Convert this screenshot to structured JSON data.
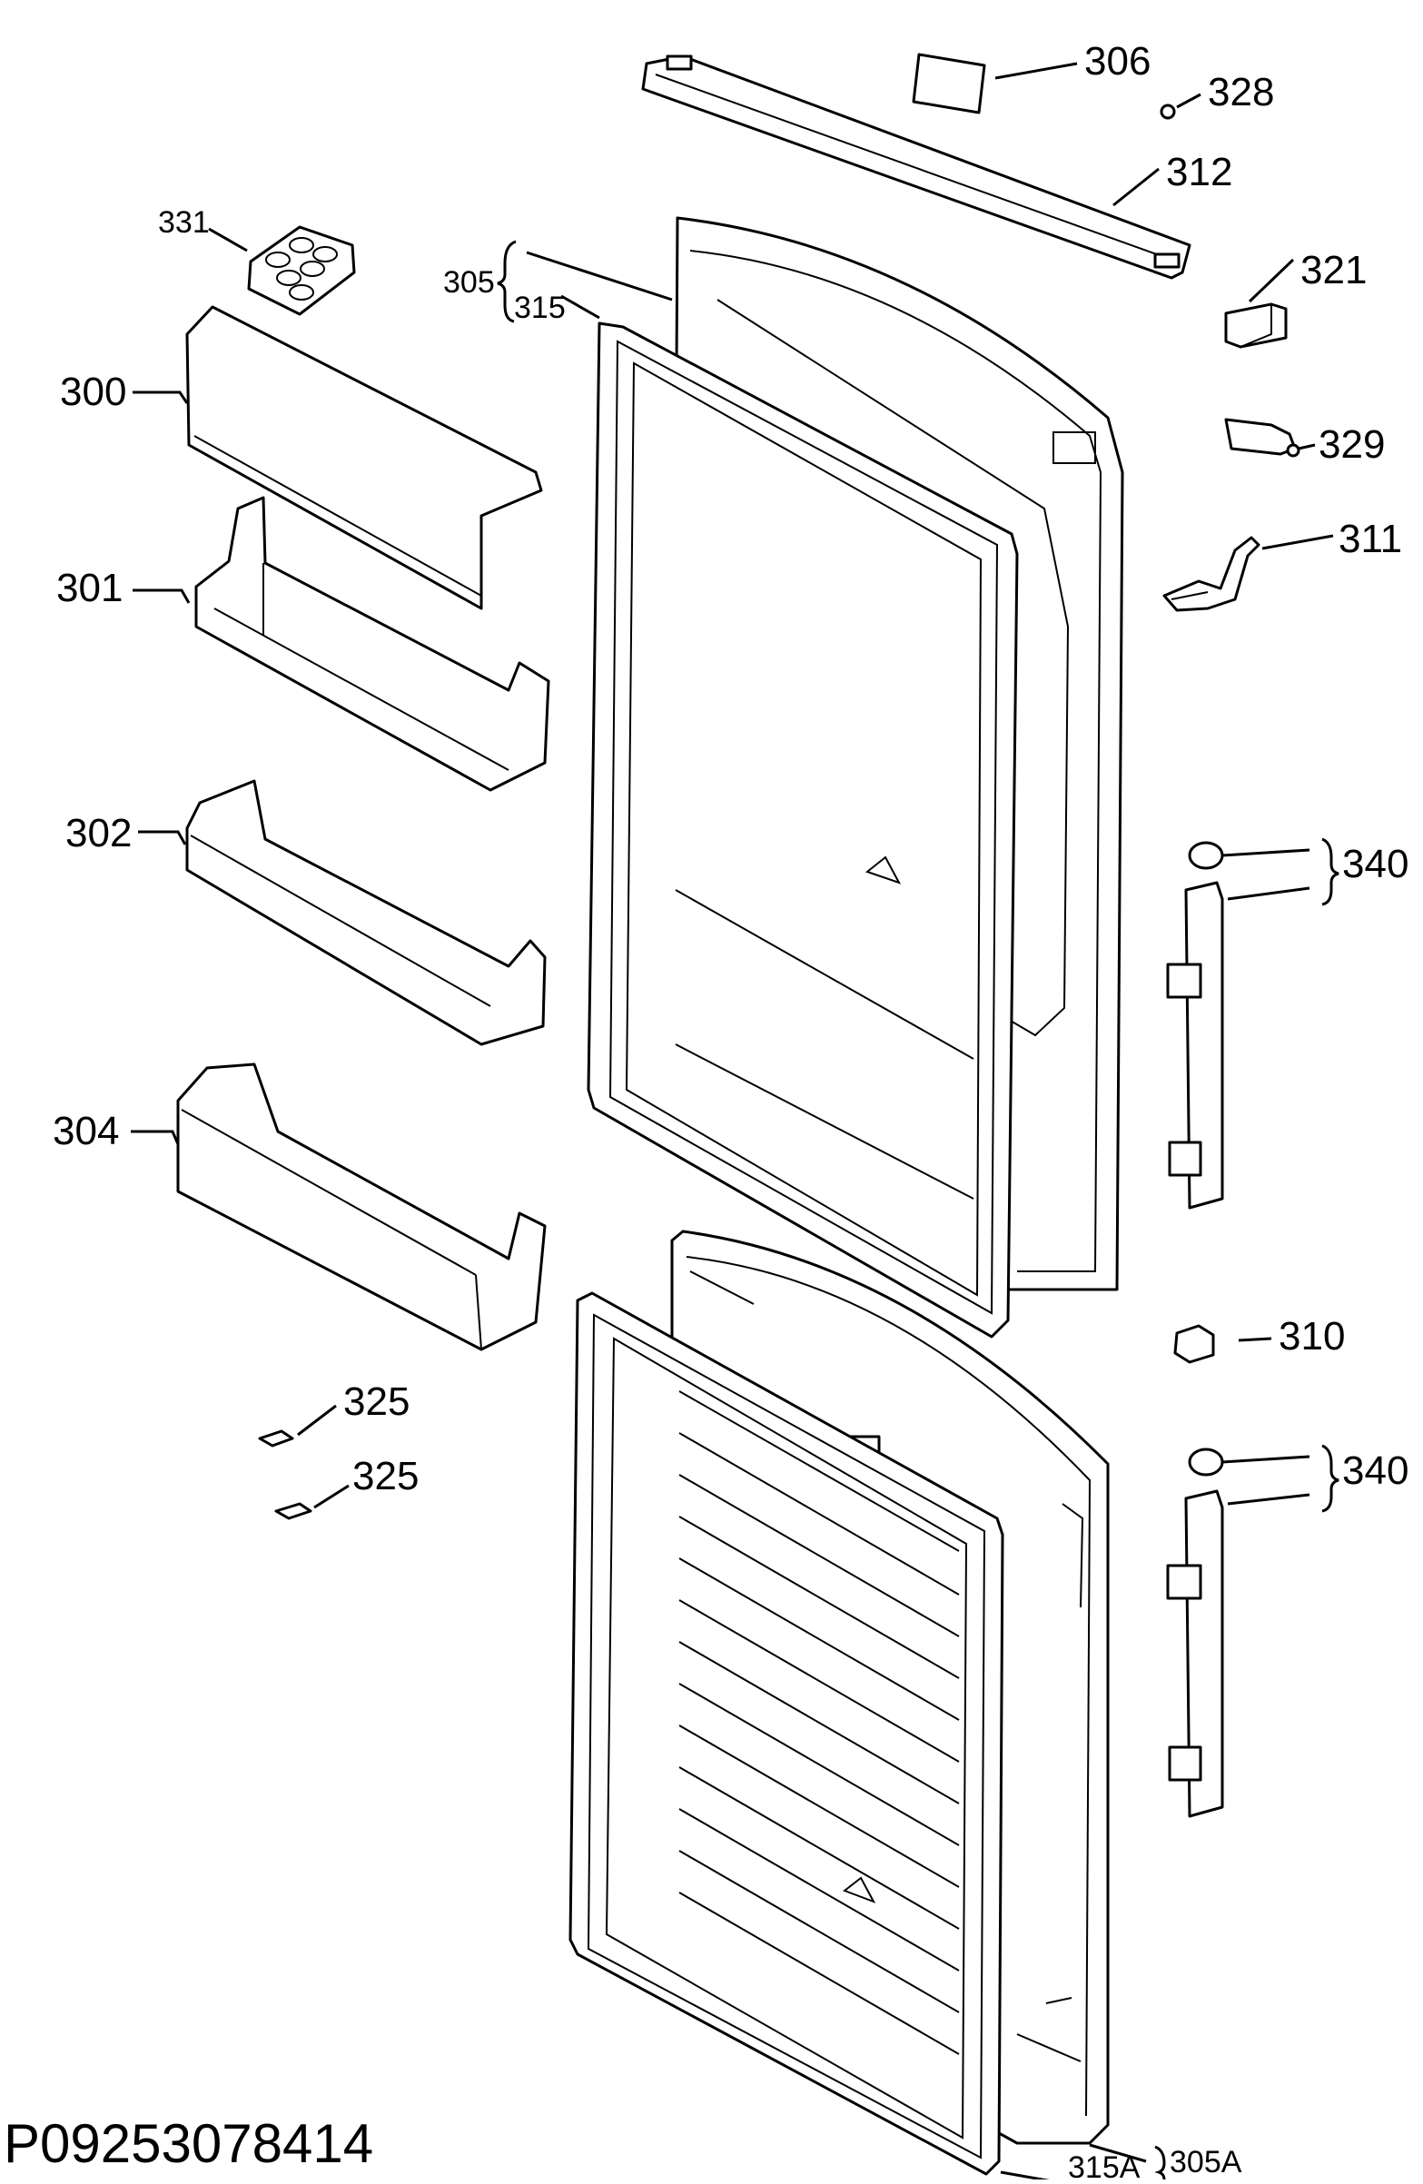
{
  "document_code": "P09253078414",
  "labels": {
    "p300": "300",
    "p301": "301",
    "p302": "302",
    "p304": "304",
    "p305": "305",
    "p305a": "305A",
    "p306": "306",
    "p310": "310",
    "p311": "311",
    "p312": "312",
    "p315": "315",
    "p315a": "315A",
    "p321": "321",
    "p325": "325",
    "p328": "328",
    "p329": "329",
    "p331": "331",
    "p340": "340"
  }
}
